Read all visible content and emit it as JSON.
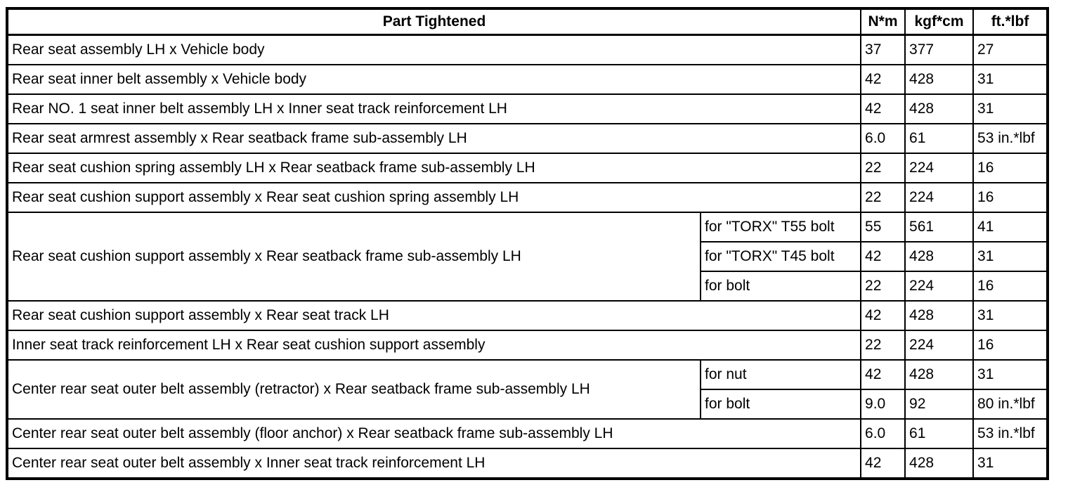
{
  "page": {
    "background_color": "#ffffff",
    "text_color": "#000000",
    "border_color": "#000000"
  },
  "table": {
    "header": {
      "part": "Part Tightened",
      "nm": "N*m",
      "kgfcm": "kgf*cm",
      "ftlbf": "ft.*lbf"
    },
    "rows": [
      {
        "part": "Rear seat assembly LH x Vehicle body",
        "nm": "37",
        "kgfcm": "377",
        "ftlbf": "27"
      },
      {
        "part": "Rear seat inner belt assembly x Vehicle body",
        "nm": "42",
        "kgfcm": "428",
        "ftlbf": "31"
      },
      {
        "part": "Rear NO. 1 seat inner belt assembly LH x Inner seat track reinforcement LH",
        "nm": "42",
        "kgfcm": "428",
        "ftlbf": "31"
      },
      {
        "part": "Rear seat armrest assembly x Rear seatback frame sub-assembly LH",
        "nm": "6.0",
        "kgfcm": "61",
        "ftlbf": "53 in.*lbf"
      },
      {
        "part": "Rear seat cushion spring assembly LH x Rear seatback frame sub-assembly LH",
        "nm": "22",
        "kgfcm": "224",
        "ftlbf": "16"
      },
      {
        "part": "Rear seat cushion support assembly x Rear seat cushion spring assembly LH",
        "nm": "22",
        "kgfcm": "224",
        "ftlbf": "16"
      },
      {
        "part": "Rear seat cushion support assembly x Rear seatback frame sub-assembly LH",
        "conditions": [
          {
            "label": "for \"TORX\" T55 bolt",
            "nm": "55",
            "kgfcm": "561",
            "ftlbf": "41"
          },
          {
            "label": "for \"TORX\" T45 bolt",
            "nm": "42",
            "kgfcm": "428",
            "ftlbf": "31"
          },
          {
            "label": "for bolt",
            "nm": "22",
            "kgfcm": "224",
            "ftlbf": "16"
          }
        ]
      },
      {
        "part": "Rear seat cushion support assembly x Rear seat track LH",
        "nm": "42",
        "kgfcm": "428",
        "ftlbf": "31"
      },
      {
        "part": "Inner seat track reinforcement LH x Rear seat cushion support assembly",
        "nm": "22",
        "kgfcm": "224",
        "ftlbf": "16"
      },
      {
        "part": "Center rear seat outer belt assembly (retractor) x Rear seatback frame sub-assembly LH",
        "conditions": [
          {
            "label": "for nut",
            "nm": "42",
            "kgfcm": "428",
            "ftlbf": "31"
          },
          {
            "label": "for bolt",
            "nm": "9.0",
            "kgfcm": "92",
            "ftlbf": "80 in.*lbf"
          }
        ]
      },
      {
        "part": "Center rear seat outer belt assembly (floor anchor) x Rear seatback frame sub-assembly LH",
        "nm": "6.0",
        "kgfcm": "61",
        "ftlbf": "53 in.*lbf"
      },
      {
        "part": "Center rear seat outer belt assembly x Inner seat track reinforcement LH",
        "nm": "42",
        "kgfcm": "428",
        "ftlbf": "31"
      }
    ]
  }
}
